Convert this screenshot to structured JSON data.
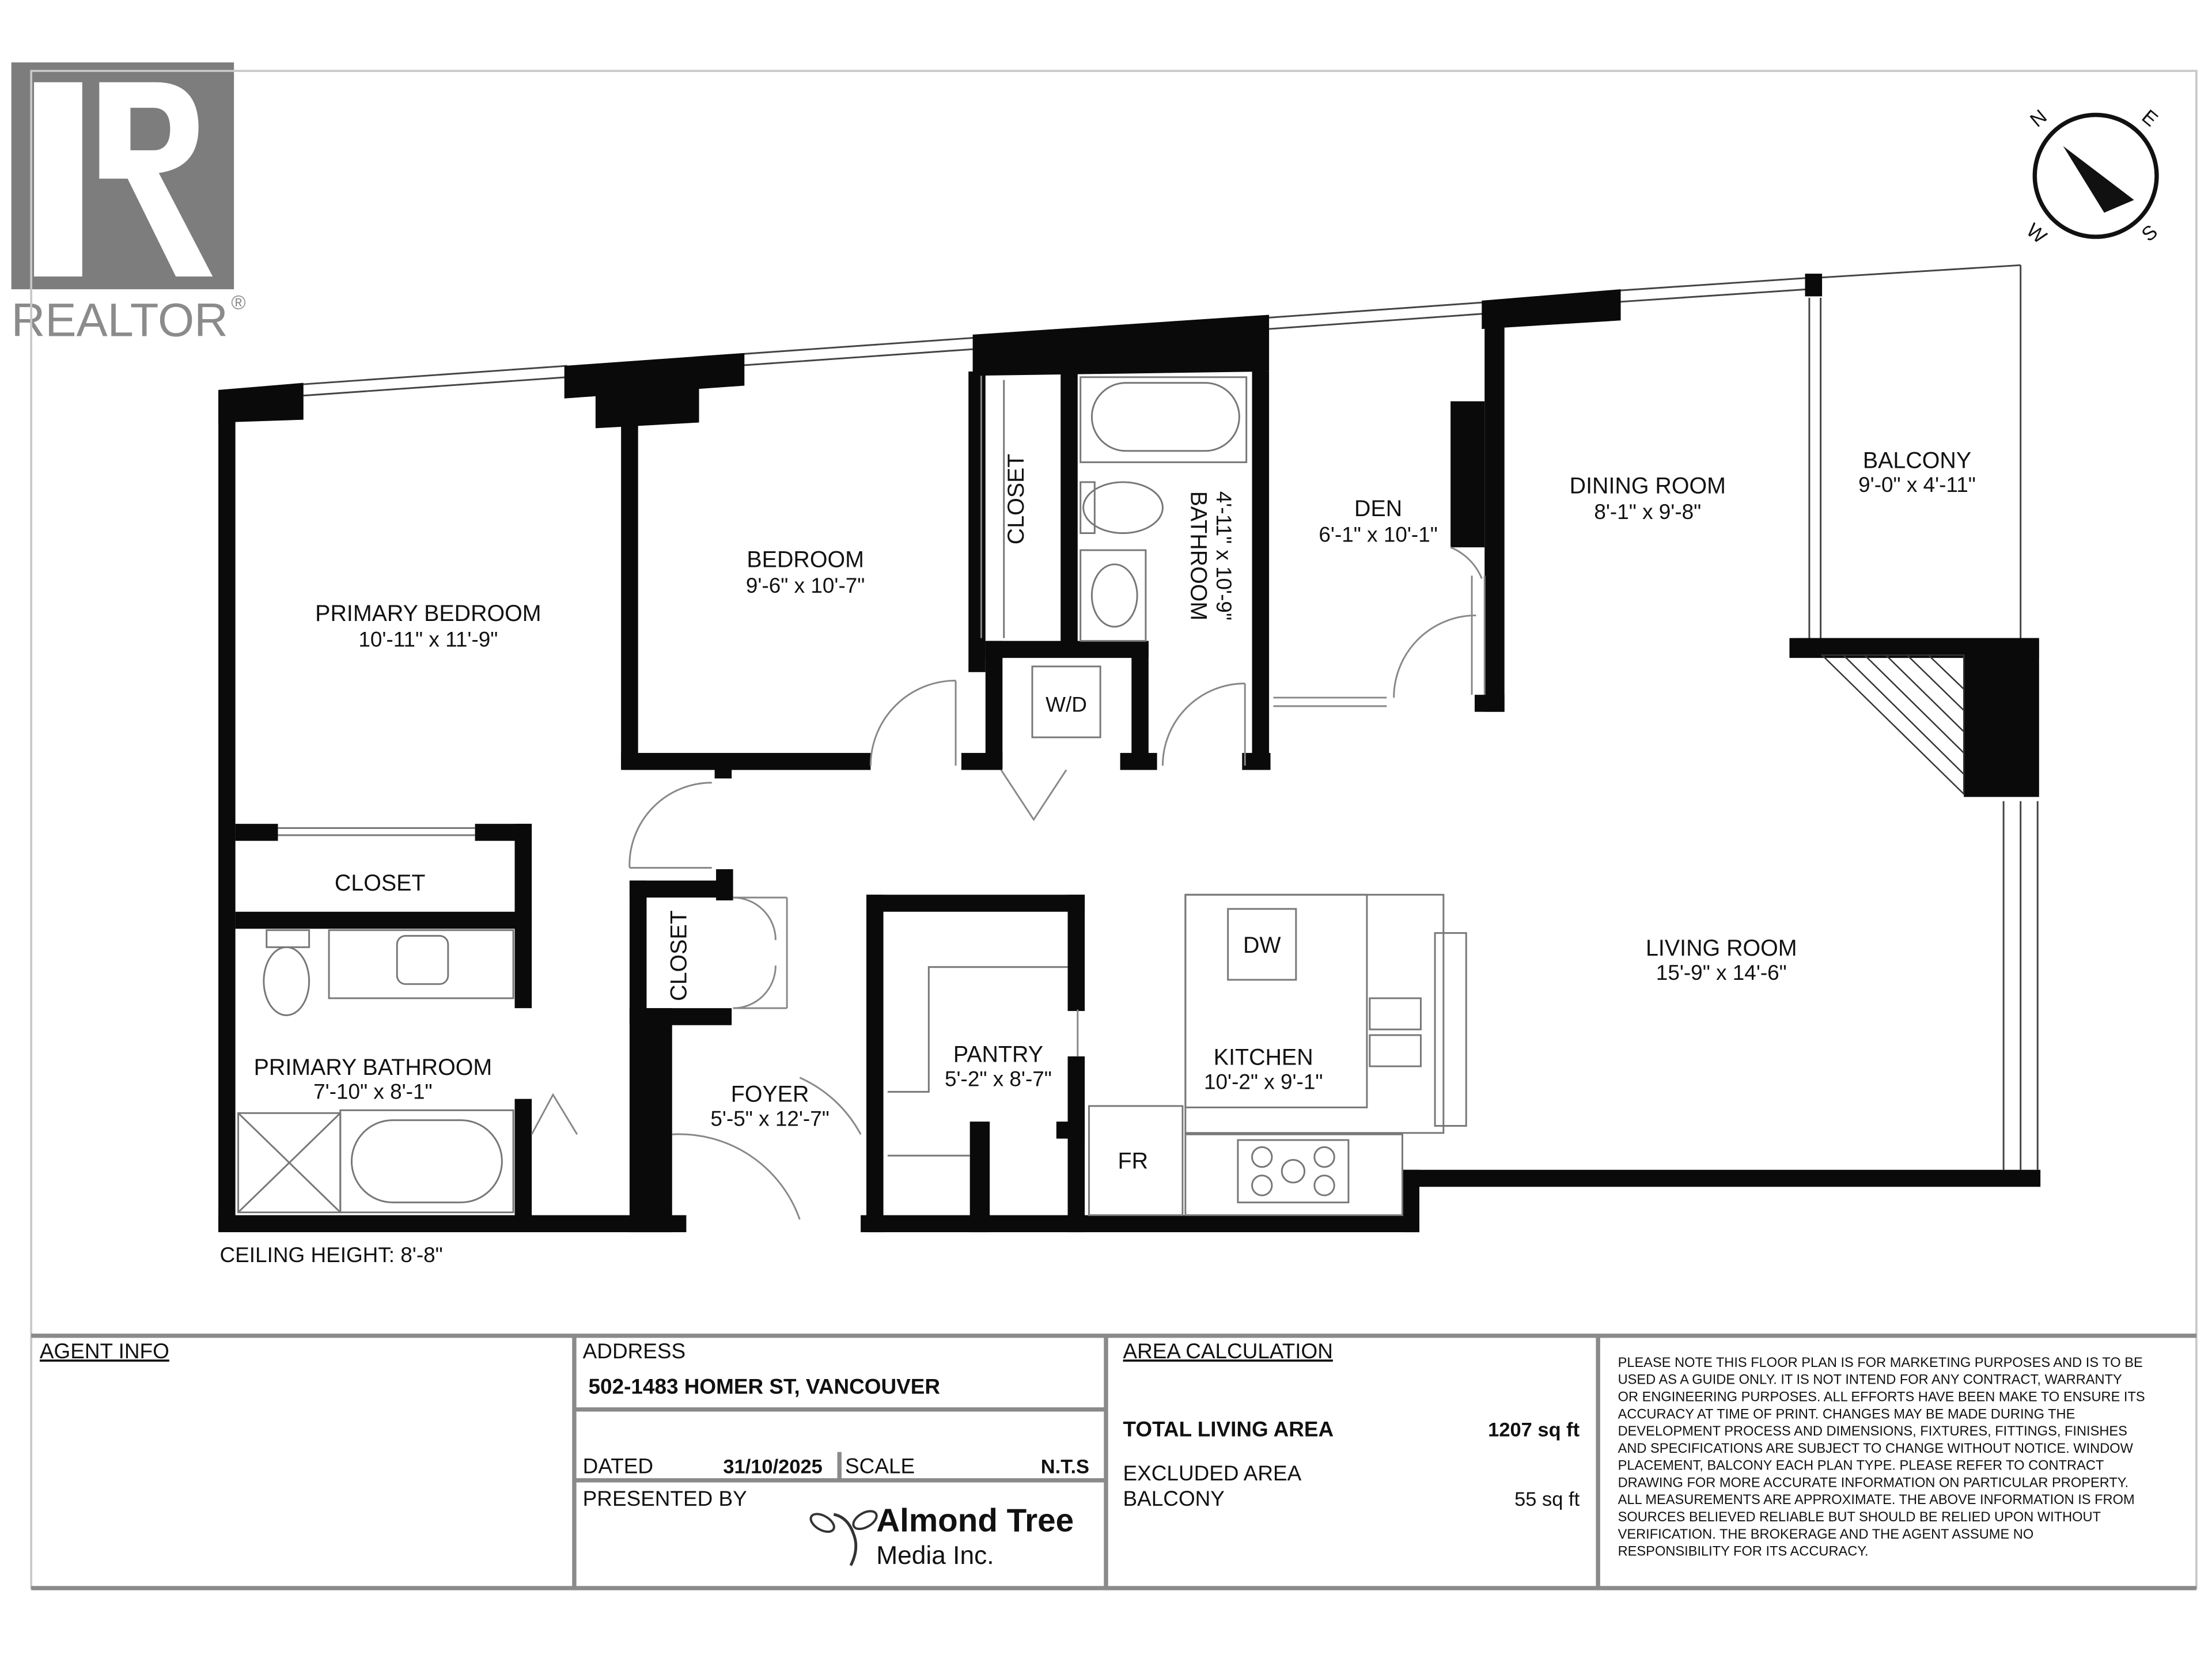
{
  "logo": {
    "brand": "REALTOR",
    "mark": "®"
  },
  "compass": {
    "n": "N",
    "e": "E",
    "s": "S",
    "w": "W"
  },
  "rooms": {
    "primary_bedroom": {
      "name": "PRIMARY BEDROOM",
      "dim": "10'-11\" x 11'-9\""
    },
    "bedroom": {
      "name": "BEDROOM",
      "dim": "9'-6\" x 10'-7\""
    },
    "closet_bed": {
      "name": "CLOSET"
    },
    "bathroom": {
      "name": "BATHROOM",
      "dim": "4'-11\" x 10'-9\""
    },
    "den": {
      "name": "DEN",
      "dim": "6'-1\" x 10'-1\""
    },
    "dining_room": {
      "name": "DINING ROOM",
      "dim": "8'-1\" x 9'-8\""
    },
    "balcony": {
      "name": "BALCONY",
      "dim": "9'-0\" x 4'-11\""
    },
    "wd": {
      "name": "W/D"
    },
    "closet_primary": {
      "name": "CLOSET"
    },
    "primary_bathroom": {
      "name": "PRIMARY BATHROOM",
      "dim": "7'-10\" x 8'-1\""
    },
    "closet_foyer": {
      "name": "CLOSET"
    },
    "foyer": {
      "name": "FOYER",
      "dim": "5'-5\" x 12'-7\""
    },
    "pantry": {
      "name": "PANTRY",
      "dim": "5'-2\" x 8'-7\""
    },
    "kitchen": {
      "name": "KITCHEN",
      "dim": "10'-2\" x 9'-1\""
    },
    "dw": {
      "name": "DW"
    },
    "fr": {
      "name": "FR"
    },
    "living_room": {
      "name": "LIVING ROOM",
      "dim": "15'-9\" x 14'-6\""
    }
  },
  "ceiling": "CEILING HEIGHT: 8'-8\"",
  "title_block": {
    "agent_info": "AGENT INFO",
    "address_label": "ADDRESS",
    "address": "502-1483 HOMER ST, VANCOUVER",
    "dated_label": "DATED",
    "dated": "31/10/2025",
    "scale_label": "SCALE",
    "scale": "N.T.S",
    "presented_label": "PRESENTED BY",
    "presenter_line1": "Almond Tree",
    "presenter_line2": "Media Inc.",
    "area_label": "AREA CALCULATION",
    "total_label": "TOTAL LIVING AREA",
    "total_value": "1207 sq ft",
    "excluded_label": "EXCLUDED AREA",
    "balcony_label": "BALCONY",
    "balcony_value": "55 sq ft",
    "disclaimer": [
      "PLEASE NOTE THIS FLOOR PLAN IS FOR MARKETING PURPOSES AND IS TO BE",
      "USED AS A GUIDE ONLY. IT IS NOT INTEND FOR ANY CONTRACT, WARRANTY",
      "OR ENGINEERING PURPOSES. ALL EFFORTS HAVE BEEN MAKE TO ENSURE ITS",
      "ACCURACY AT TIME OF PRINT. CHANGES MAY BE MADE DURING THE",
      "DEVELOPMENT PROCESS AND DIMENSIONS, FIXTURES, FITTINGS, FINISHES",
      "AND SPECIFICATIONS ARE SUBJECT TO CHANGE WITHOUT NOTICE. WINDOW",
      "PLACEMENT, BALCONY EACH PLAN TYPE. PLEASE REFER TO CONTRACT",
      "DRAWING FOR MORE ACCURATE INFORMATION ON PARTICULAR PROPERTY.",
      "ALL MEASUREMENTS ARE APPROXIMATE. THE ABOVE INFORMATION IS FROM",
      "SOURCES BELIEVED RELIABLE BUT SHOULD BE RELIED UPON WITHOUT",
      "VERIFICATION. THE BROKERAGE AND THE AGENT ASSUME NO",
      "RESPONSIBILITY FOR ITS ACCURACY."
    ]
  }
}
